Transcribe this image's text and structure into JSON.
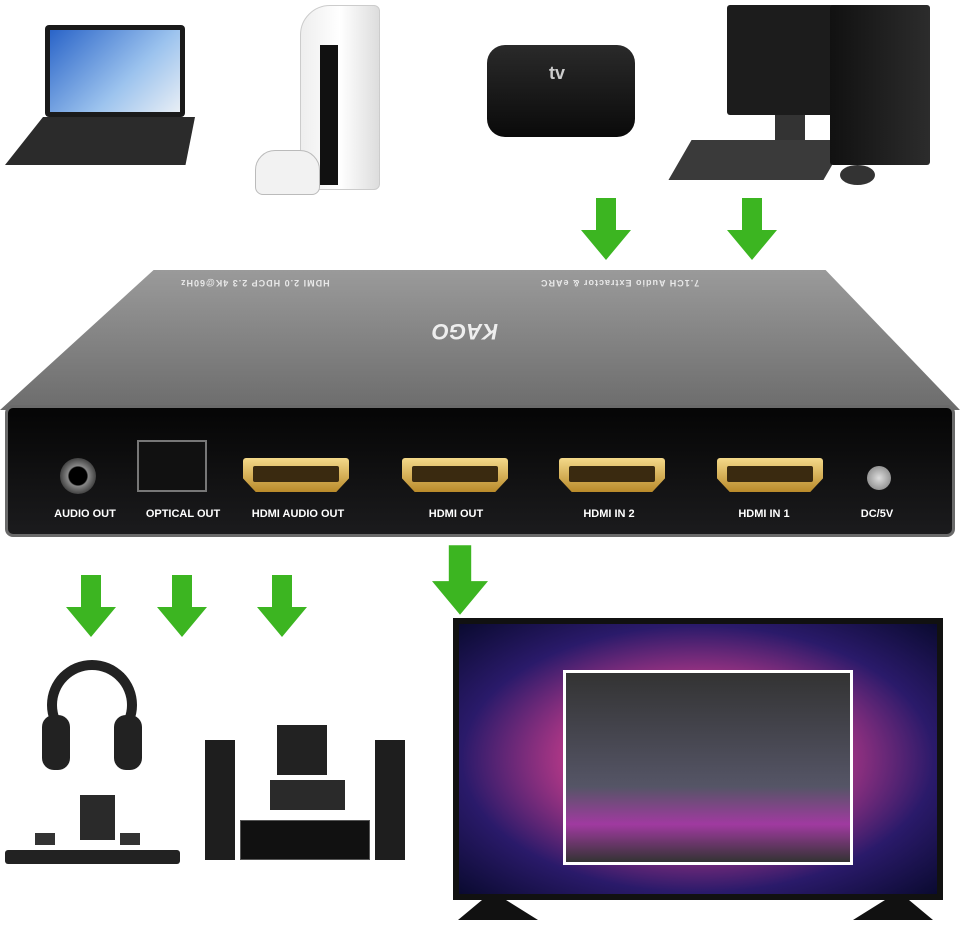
{
  "device": {
    "brand": "KAGO",
    "top_left_text": "HDMI 2.0  HDCP 2.3  4K@60Hz",
    "top_right_text": "7.1CH Audio Extractor & eARC",
    "ports": [
      "AUDIO  OUT",
      "OPTICAL OUT",
      "HDMI AUDIO OUT",
      "HDMI OUT",
      "HDMI IN 2",
      "HDMI IN 1",
      "DC/5V"
    ]
  },
  "apple_tv_label": "tv",
  "colors": {
    "arrow": "#3cb521",
    "device": "#222426",
    "port_gold": "#d9b45a"
  }
}
